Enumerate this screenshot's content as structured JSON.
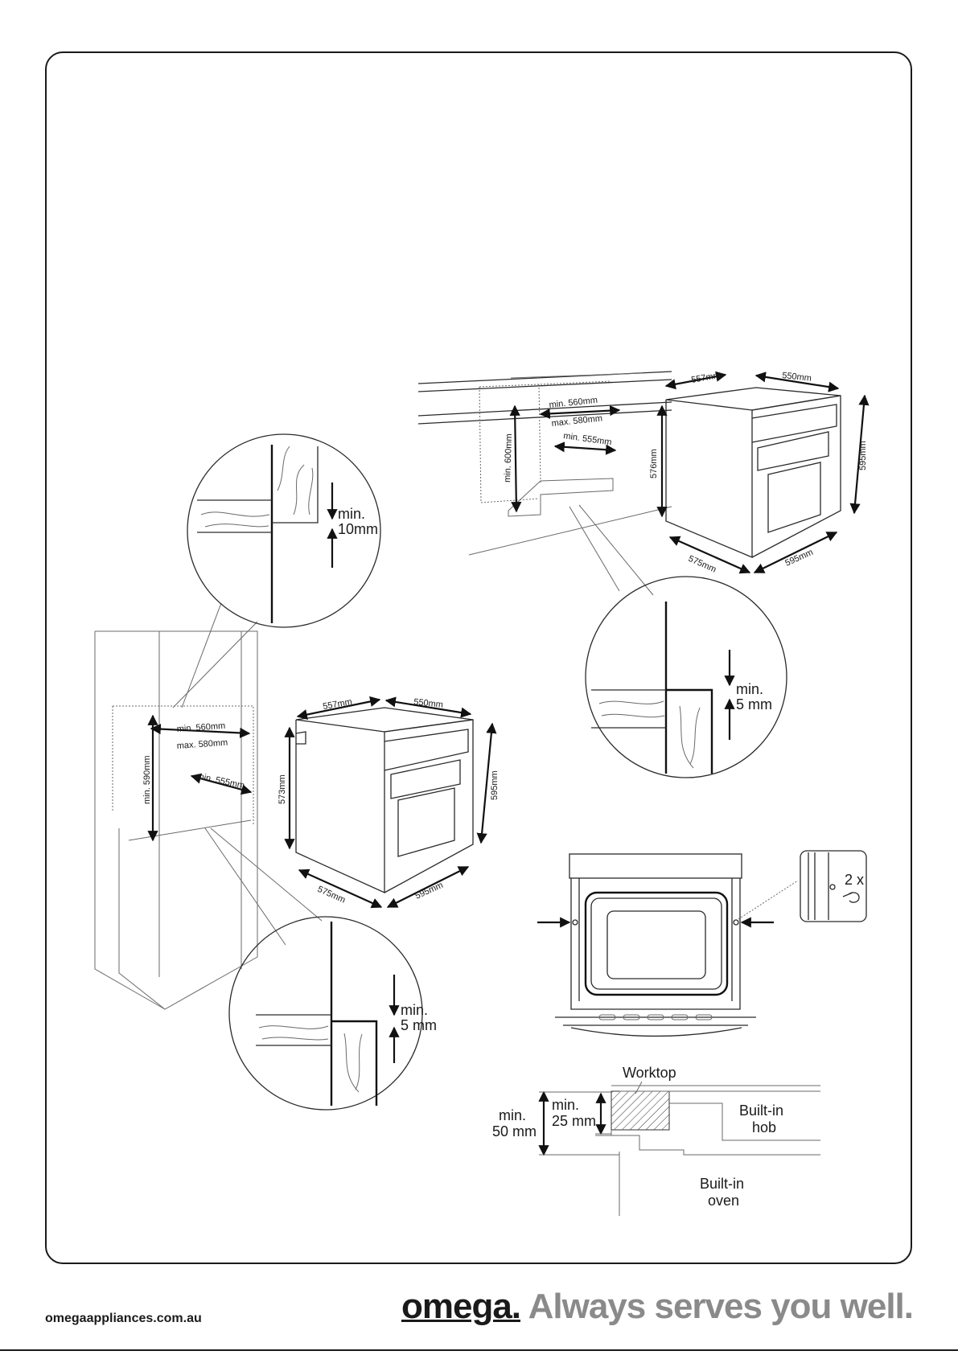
{
  "cabinet_tall": {
    "w_min": "min. 560mm",
    "w_max": "max. 580mm",
    "depth": "min. 555mm",
    "h": "min. 590mm"
  },
  "cabinet_under": {
    "w_min": "min. 560mm",
    "w_max": "max. 580mm",
    "depth": "min. 555mm",
    "h": "min. 600mm"
  },
  "oven_front": {
    "d_top": "557mm",
    "w_top": "550mm",
    "h_left": "573mm",
    "h_right": "595mm",
    "d_bottom": "575mm",
    "w_bottom": "595mm"
  },
  "oven_top": {
    "d_top": "557mm",
    "w_top": "550mm",
    "h_left": "576mm",
    "h_right": "595mm",
    "d_bottom": "575mm",
    "w_bottom": "595mm"
  },
  "detail_upper_left": {
    "line1": "min.",
    "line2": "10mm"
  },
  "detail_lower_left": {
    "line1": "min.",
    "line2": "5 mm"
  },
  "detail_right": {
    "line1": "min.",
    "line2": "5 mm"
  },
  "screws": {
    "count": "2 x"
  },
  "worktop_section": {
    "worktop": "Worktop",
    "min50_line1": "min.",
    "min50_line2": "50 mm",
    "min25_line1": "min.",
    "min25_line2": "25 mm",
    "hob_line1": "Built-in",
    "hob_line2": "hob",
    "oven_line1": "Built-in",
    "oven_line2": "oven"
  },
  "footer": {
    "url": "omegaappliances.com.au",
    "brand": "omega.",
    "tagline": " Always serves you well."
  }
}
